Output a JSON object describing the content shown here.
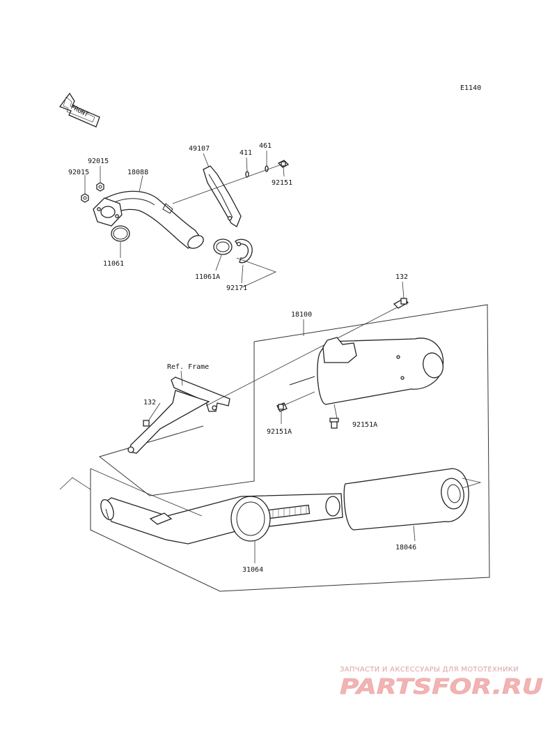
{
  "diagram": {
    "ref_code": "E1140",
    "front_marker": "FRONT",
    "ref_frame_label": "Ref. Frame",
    "part_numbers": {
      "p92015_a": "92015",
      "p92015_b": "92015",
      "p18088": "18088",
      "p11061": "11061",
      "p49107": "49107",
      "p411": "411",
      "p461": "461",
      "p92151": "92151",
      "p11061A": "11061A",
      "p92171": "92171",
      "p132_top": "132",
      "p18100": "18100",
      "p132_frame": "132",
      "p92151A_left": "92151A",
      "p92151A_right": "92151A",
      "p18046": "18046",
      "p31064": "31064"
    }
  },
  "watermark": {
    "tagline": "ЗАПЧАСТИ И АКСЕССУАРЫ ДЛЯ МОТОТЕХНИКИ",
    "logo": "PARTSFOR.RU",
    "color": "#f2b3b3"
  }
}
